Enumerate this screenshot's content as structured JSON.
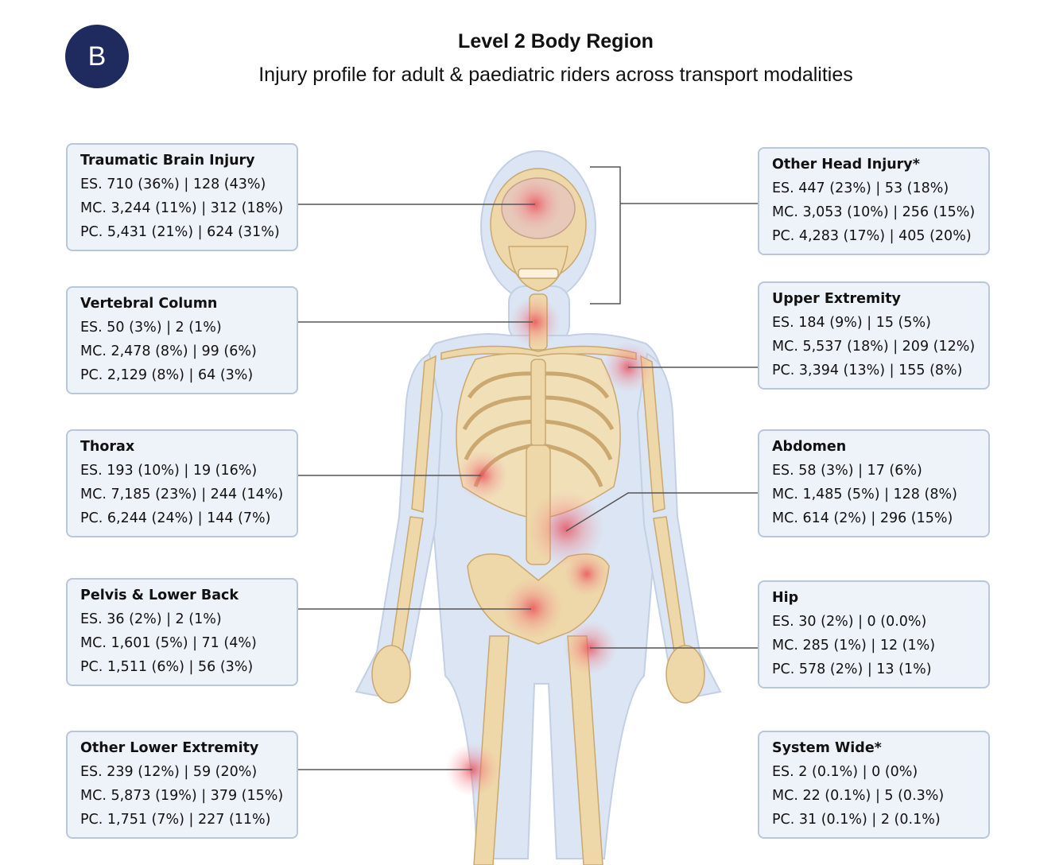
{
  "badge": "B",
  "title": "Level 2 Body Region",
  "subtitle": "Injury profile for adult & paediatric riders across transport modalities",
  "regions": [
    {
      "name": "Traumatic Brain Injury",
      "lines": [
        "ES. 710 (36%) | 128 (43%)",
        "MC. 3,244 (11%) | 312 (18%)",
        "PC. 5,431 (21%) | 624 (31%)"
      ]
    },
    {
      "name": "Vertebral Column",
      "lines": [
        "ES. 50 (3%) | 2 (1%)",
        "MC. 2,478 (8%) | 99 (6%)",
        "PC. 2,129 (8%) | 64 (3%)"
      ]
    },
    {
      "name": "Thorax",
      "lines": [
        "ES. 193 (10%) | 19 (16%)",
        "MC. 7,185 (23%) | 244 (14%)",
        "PC. 6,244 (24%) | 144 (7%)"
      ]
    },
    {
      "name": "Pelvis & Lower Back",
      "lines": [
        "ES. 36 (2%) | 2 (1%)",
        "MC. 1,601 (5%) | 71 (4%)",
        "PC. 1,511 (6%) | 56 (3%)"
      ]
    },
    {
      "name": "Other Lower Extremity",
      "lines": [
        "ES. 239 (12%) | 59 (20%)",
        "MC. 5,873 (19%) | 379 (15%)",
        "PC. 1,751 (7%) | 227 (11%)"
      ]
    },
    {
      "name": "Other Head Injury*",
      "lines": [
        "ES. 447 (23%) | 53 (18%)",
        "MC. 3,053 (10%) | 256 (15%)",
        "PC. 4,283 (17%) | 405 (20%)"
      ]
    },
    {
      "name": "Upper Extremity",
      "lines": [
        "ES. 184 (9%) | 15 (5%)",
        "MC. 5,537 (18%) | 209 (12%)",
        "PC. 3,394 (13%) | 155 (8%)"
      ]
    },
    {
      "name": "Abdomen",
      "lines": [
        "ES. 58 (3%) | 17 (6%)",
        "MC. 1,485 (5%) | 128 (8%)",
        "MC. 614 (2%) | 296 (15%)"
      ]
    },
    {
      "name": "Hip",
      "lines": [
        "ES. 30 (2%) | 0 (0.0%)",
        "MC. 285 (1%) | 12 (1%)",
        "PC. 578 (2%) | 13 (1%)"
      ]
    },
    {
      "name": "System Wide*",
      "lines": [
        "ES. 2 (0.1%) | 0 (0%)",
        "MC. 22 (0.1%) | 5 (0.3%)",
        "PC. 31 (0.1%) | 2 (0.1%)"
      ]
    }
  ],
  "colors": {
    "badge": "#1f2a5e",
    "box_fill": "#eef3fa",
    "box_border": "#b9c7dd",
    "bone": "#eed7a8",
    "silhouette": "#dbe5f3",
    "hotspot": "#e8414f"
  }
}
